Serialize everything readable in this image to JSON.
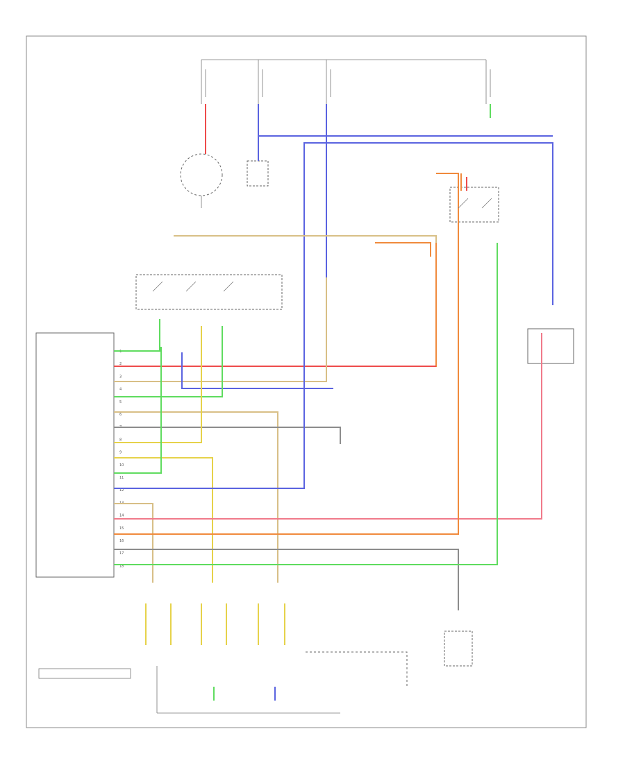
{
  "diagram": {
    "title": "",
    "page_label": "",
    "legend_label": "",
    "ecu_label": "",
    "colors": {
      "red": "#ee4b4b",
      "blue": "#5a63e0",
      "orange": "#f08a3c",
      "green": "#5fdc5f",
      "yellow": "#e6d24a",
      "tan": "#d8bf86",
      "pink": "#f07a8a",
      "gray": "#8c8c8c",
      "black": "#555555"
    },
    "ecu_pins": [
      "1",
      "2",
      "3",
      "4",
      "5",
      "6",
      "7",
      "8",
      "9",
      "10",
      "11",
      "12",
      "13",
      "14",
      "15",
      "16",
      "17",
      "18"
    ]
  }
}
